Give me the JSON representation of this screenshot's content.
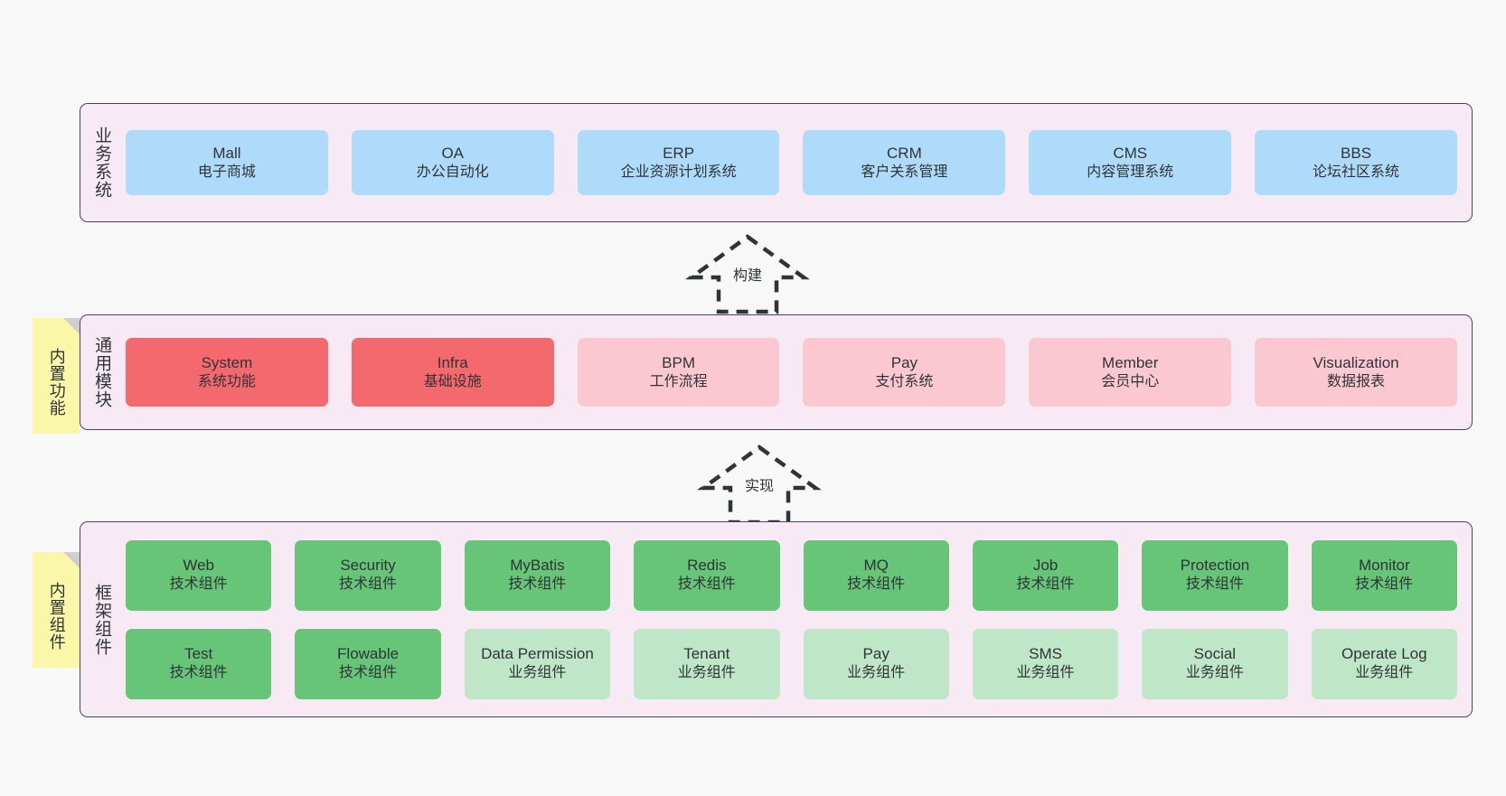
{
  "colors": {
    "panel_bg": "#f8eaf4",
    "panel_border": "#4d4453",
    "business_card": "#aedbfa",
    "module_primary": "#f4696e",
    "module_secondary": "#fbc8d2",
    "tech_component": "#66c577",
    "biz_component": "#bfe6c6",
    "sticky": "#fbf7a8",
    "canvas_bg": "#f8f8f8"
  },
  "layers": [
    {
      "id": "business",
      "title": "业务系统",
      "rows": [
        {
          "cards": [
            {
              "name": "Mall",
              "desc": "电子商城",
              "style": "c-blue"
            },
            {
              "name": "OA",
              "desc": "办公自动化",
              "style": "c-blue"
            },
            {
              "name": "ERP",
              "desc": "企业资源计划系统",
              "style": "c-blue"
            },
            {
              "name": "CRM",
              "desc": "客户关系管理",
              "style": "c-blue"
            },
            {
              "name": "CMS",
              "desc": "内容管理系统",
              "style": "c-blue"
            },
            {
              "name": "BBS",
              "desc": "论坛社区系统",
              "style": "c-blue"
            }
          ]
        }
      ]
    },
    {
      "id": "common",
      "title": "通用模块",
      "sticky": "内置功能",
      "rows": [
        {
          "cards": [
            {
              "name": "System",
              "desc": "系统功能",
              "style": "c-red"
            },
            {
              "name": "Infra",
              "desc": "基础设施",
              "style": "c-red"
            },
            {
              "name": "BPM",
              "desc": "工作流程",
              "style": "c-pink"
            },
            {
              "name": "Pay",
              "desc": "支付系统",
              "style": "c-pink"
            },
            {
              "name": "Member",
              "desc": "会员中心",
              "style": "c-pink"
            },
            {
              "name": "Visualization",
              "desc": "数据报表",
              "style": "c-pink"
            }
          ]
        }
      ]
    },
    {
      "id": "framework",
      "title": "框架组件",
      "sticky": "内置组件",
      "rows": [
        {
          "cards": [
            {
              "name": "Web",
              "desc": "技术组件",
              "style": "c-green"
            },
            {
              "name": "Security",
              "desc": "技术组件",
              "style": "c-green"
            },
            {
              "name": "MyBatis",
              "desc": "技术组件",
              "style": "c-green"
            },
            {
              "name": "Redis",
              "desc": "技术组件",
              "style": "c-green"
            },
            {
              "name": "MQ",
              "desc": "技术组件",
              "style": "c-green"
            },
            {
              "name": "Job",
              "desc": "技术组件",
              "style": "c-green"
            },
            {
              "name": "Protection",
              "desc": "技术组件",
              "style": "c-green"
            },
            {
              "name": "Monitor",
              "desc": "技术组件",
              "style": "c-green"
            }
          ]
        },
        {
          "cards": [
            {
              "name": "Test",
              "desc": "技术组件",
              "style": "c-green"
            },
            {
              "name": "Flowable",
              "desc": "技术组件",
              "style": "c-green"
            },
            {
              "name": "Data Permission",
              "desc": "业务组件",
              "style": "c-greenlite"
            },
            {
              "name": "Tenant",
              "desc": "业务组件",
              "style": "c-greenlite"
            },
            {
              "name": "Pay",
              "desc": "业务组件",
              "style": "c-greenlite"
            },
            {
              "name": "SMS",
              "desc": "业务组件",
              "style": "c-greenlite"
            },
            {
              "name": "Social",
              "desc": "业务组件",
              "style": "c-greenlite"
            },
            {
              "name": "Operate Log",
              "desc": "业务组件",
              "style": "c-greenlite"
            }
          ]
        }
      ]
    }
  ],
  "arrows": [
    {
      "id": "build",
      "label": "构建",
      "direction": "up",
      "style": "dashed"
    },
    {
      "id": "impl",
      "label": "实现",
      "direction": "up",
      "style": "dashed"
    }
  ]
}
